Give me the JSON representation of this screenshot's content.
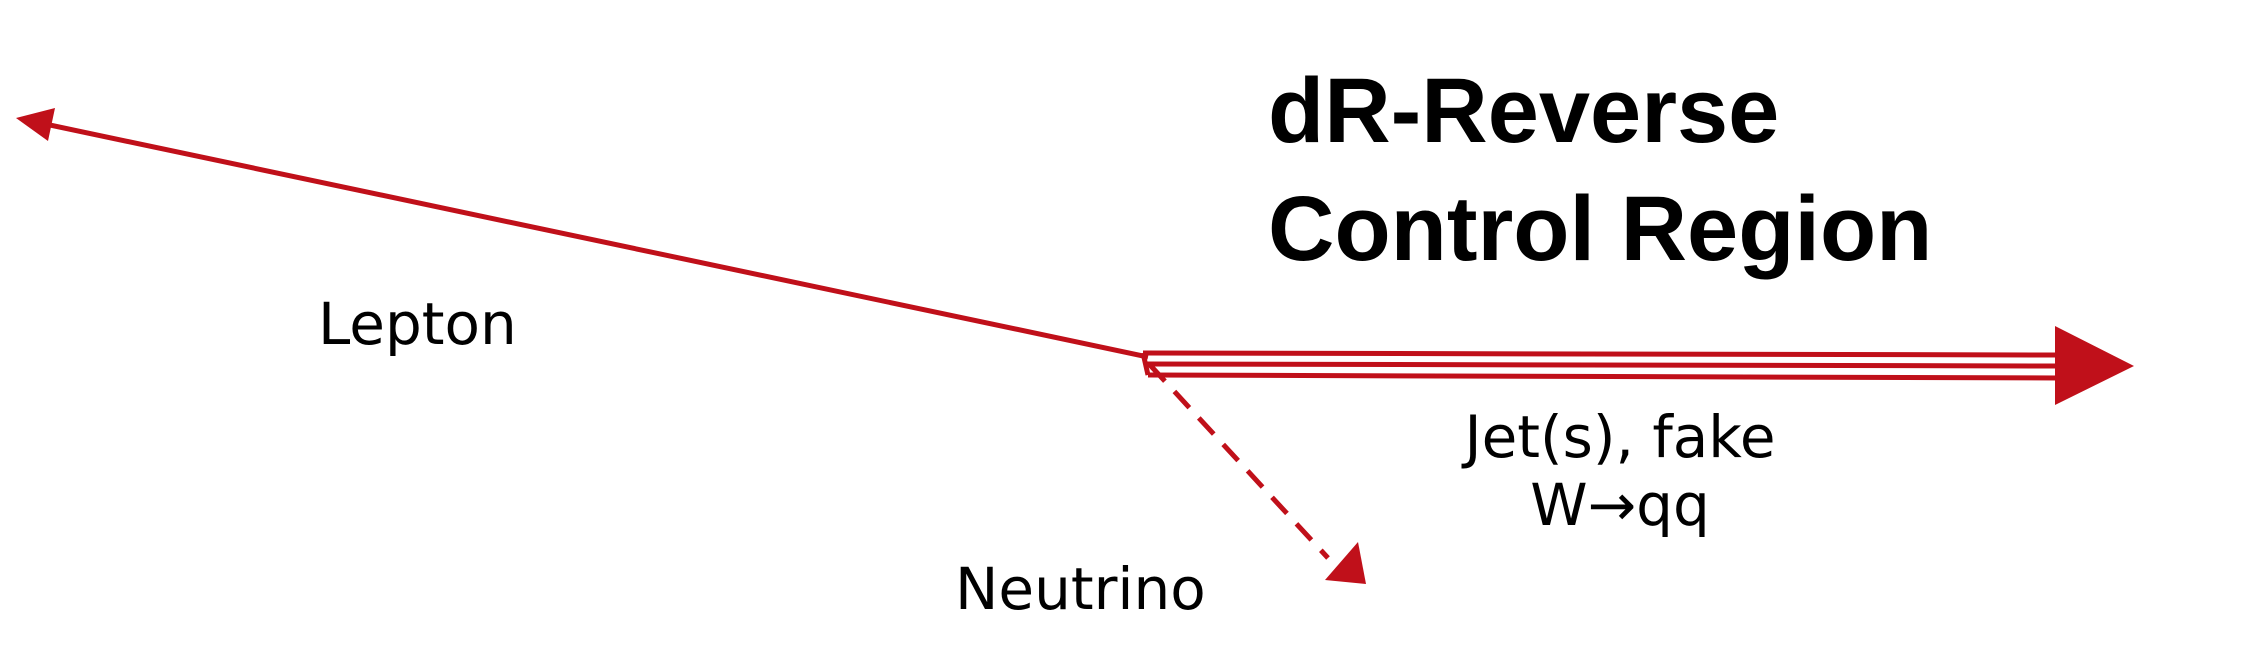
{
  "title": {
    "line1": "dR-Reverse",
    "line2": "Control Region"
  },
  "labels": {
    "lepton": "Lepton",
    "neutrino": "Neutrino",
    "jets_line1": "Jet(s), fake",
    "jets_line2": "W→qq"
  },
  "colors": {
    "arrow": "#c0101a",
    "text": "#000000",
    "background": "#ffffff"
  }
}
